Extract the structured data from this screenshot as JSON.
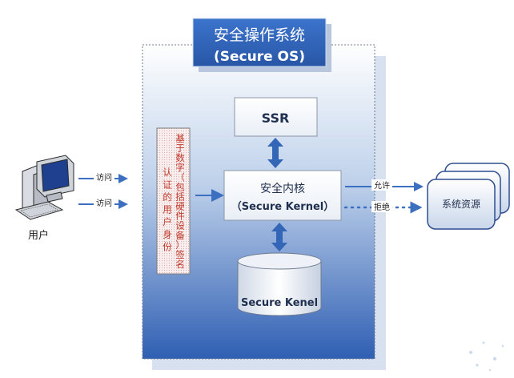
{
  "title": {
    "line1": "安全操作系统",
    "line2": "(Secure OS)"
  },
  "user": {
    "label": "用户",
    "access_labels": [
      "访问",
      "访问"
    ]
  },
  "auth_box": {
    "column1": "基于数字（包括硬件设备）签名",
    "column2": "认证的用户身份"
  },
  "ssr": {
    "label": "SSR"
  },
  "kernel": {
    "line1": "安全内核",
    "line2": "（Secure Kernel）"
  },
  "db": {
    "label": "Secure Kenel"
  },
  "decisions": {
    "allow": "允许",
    "deny": "拒绝"
  },
  "resources": {
    "label": "系统资源"
  },
  "colors": {
    "title_bg": "#2f63b8",
    "arrow": "#3c6fc0",
    "auth_text": "#c0392b",
    "text_dark": "#1f2f4f"
  },
  "icons": [
    "computer-icon",
    "database-icon",
    "stacked-cards-icon"
  ]
}
